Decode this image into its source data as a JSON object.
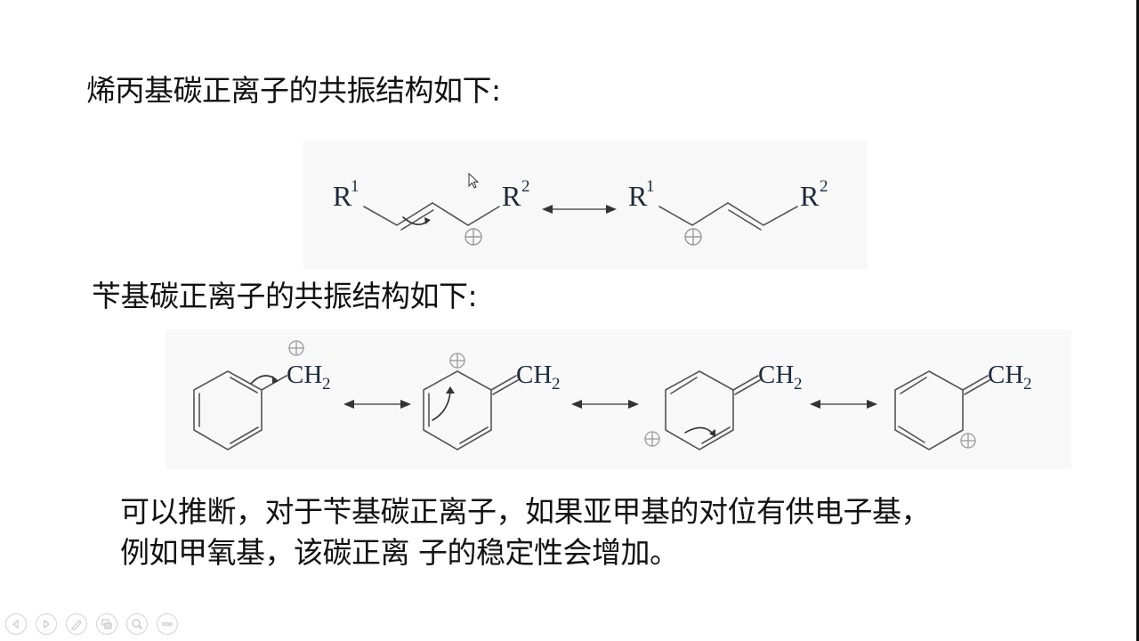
{
  "slide": {
    "heading_allyl": "烯丙基碳正离子的共振结构如下:",
    "heading_benzyl": "苄基碳正离子的共振结构如下:",
    "conclusion_lines": [
      "可以推断，对于苄基碳正离子，如果亚甲基的对位有供电子基，",
      "例如甲氧基，该碳正离 子的稳定性会增加。"
    ]
  },
  "figures": {
    "allyl": {
      "description": "Allyl cation resonance structures",
      "structures": [
        {
          "left_group": "R",
          "left_sup": "1",
          "right_group": "R",
          "right_sup": "2",
          "charge": "⊕",
          "charge_position": "C3 (next to R2)"
        },
        {
          "left_group": "R",
          "left_sup": "1",
          "right_group": "R",
          "right_sup": "2",
          "charge": "⊕",
          "charge_position": "C1 (next to R1)"
        }
      ],
      "arrow": "resonance-double-arrow"
    },
    "benzyl": {
      "description": "Benzyl cation resonance structures",
      "group_label": "CH",
      "group_sub": "2",
      "charge": "⊕",
      "structures": [
        {
          "charge_position": "CH2 (exocyclic)"
        },
        {
          "charge_position": "ortho carbon (top)"
        },
        {
          "charge_position": "para carbon (lower left)"
        },
        {
          "charge_position": "ortho carbon (lower right)"
        }
      ],
      "arrow": "resonance-double-arrow"
    }
  },
  "nav": {
    "buttons": [
      {
        "name": "previous-slide",
        "icon": "chevron-left-icon"
      },
      {
        "name": "next-slide",
        "icon": "chevron-right-icon"
      },
      {
        "name": "pen-tool",
        "icon": "pen-icon"
      },
      {
        "name": "slide-sorter",
        "icon": "slides-icon"
      },
      {
        "name": "zoom",
        "icon": "magnifier-icon"
      },
      {
        "name": "more-options",
        "icon": "ellipsis-icon"
      }
    ]
  },
  "colors": {
    "text": "#111111",
    "figure_bg": "#f8f8f8",
    "bond": "#555555",
    "charge": "#999999",
    "nav_border": "#d2d2d2"
  }
}
